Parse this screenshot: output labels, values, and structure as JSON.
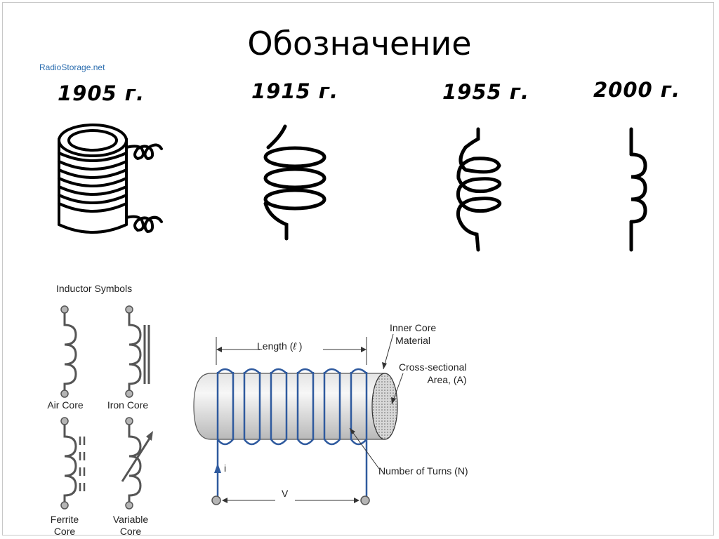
{
  "slide": {
    "title": "Обозначение",
    "watermark": "RadioStorage.net"
  },
  "history": {
    "years": [
      {
        "label": "1905 г."
      },
      {
        "label": "1915 г."
      },
      {
        "label": "1955 г."
      },
      {
        "label": "2000 г."
      }
    ]
  },
  "symbols": {
    "heading": "Inductor Symbols",
    "air_core": "Air Core",
    "iron_core": "Iron Core",
    "ferrite_core_line1": "Ferrite",
    "ferrite_core_line2": "Core",
    "variable_core_line1": "Variable",
    "variable_core_line2": "Core"
  },
  "solenoid": {
    "length_label": "Length (",
    "length_symbol": "ℓ",
    "length_close": " )",
    "inner_core_line1": "Inner Core",
    "inner_core_line2": "Material",
    "area_line1": "Cross-sectional",
    "area_line2": "Area, (A)",
    "turns_label": "Number of Turns (N)",
    "current_label": "i",
    "voltage_label": "V"
  },
  "colors": {
    "wire": "#2f5a9e",
    "core_light": "#f2f2f2",
    "core_dark": "#b9b9b9",
    "terminal": "#b5b5b5",
    "watermark": "#2e6fb0"
  }
}
